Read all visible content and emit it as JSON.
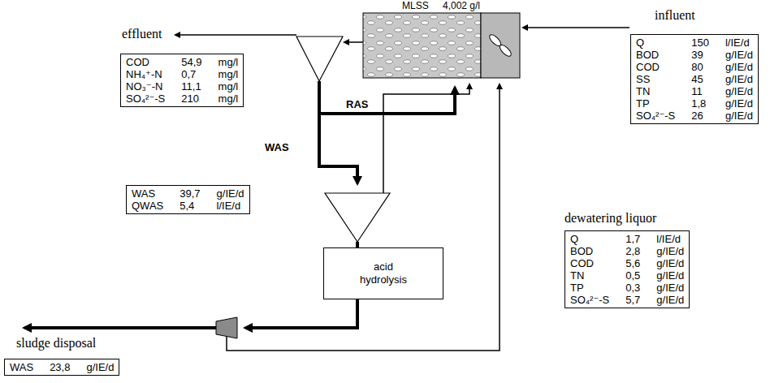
{
  "diagram": {
    "nodes": [
      {
        "text": [
          "COD",
          "54,9",
          "mg/l",
          "NH₄⁺-N",
          "0,7",
          "mg/l",
          "NO₃⁻-N",
          "11,1",
          "mg/l",
          "SO₄²⁻-S",
          "210",
          "mg/l"
        ]
      },
      {
        "text": [
          "MLSS",
          "4,002 g/l"
        ]
      },
      {
        "text": [
          "Q",
          "150",
          "l/IE/d",
          "BOD",
          "39",
          "g/IE/d",
          "COD",
          "80",
          "g/IE/d",
          "SS",
          "45",
          "g/IE/d",
          "TN",
          "11",
          "g/IE/d",
          "TP",
          "1,8",
          "g/IE/d",
          "SO₄²⁻-S",
          "26",
          "g/IE/d"
        ]
      },
      {
        "text": [
          "WAS",
          "39,7",
          "g/IE/d",
          "QWAS",
          "5,4",
          "l/IE/d"
        ]
      },
      {
        "text": [
          "acid hydrolysis"
        ]
      },
      {
        "text": [
          "Q",
          "1,7",
          "l/IE/d",
          "BOD",
          "2,8",
          "g/IE/d",
          "COD",
          "5,6",
          "g/IE/d",
          "TN",
          "0,5",
          "g/IE/d",
          "TP",
          "0,3",
          "g/IE/d",
          "SO₄²⁻-S",
          "5,7",
          "g/IE/d"
        ]
      },
      {
        "text": [
          "WAS",
          "23,8",
          "g/IE/d"
        ]
      }
    ],
    "labels": [
      "effluent",
      "influent",
      "RAS",
      "WAS",
      "dewatering liquor",
      "sludge disposal"
    ]
  }
}
